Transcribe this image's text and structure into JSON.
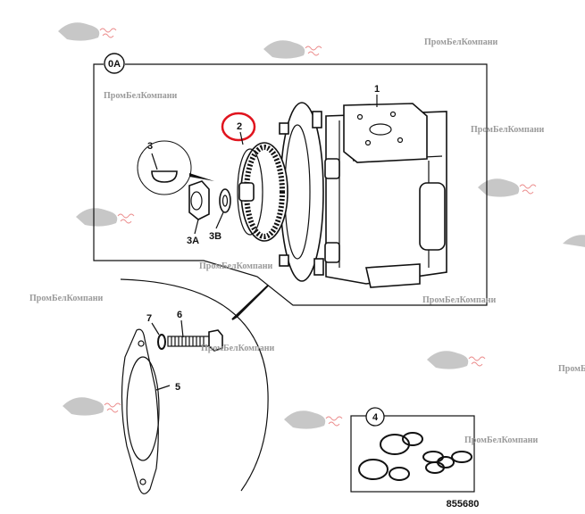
{
  "diagram": {
    "callouts": {
      "view_0a": "0A",
      "part_1": "1",
      "part_2": "2",
      "part_3": "3",
      "part_3a": "3A",
      "part_3b": "3B",
      "part_4": "4",
      "part_5": "5",
      "part_6": "6",
      "part_7": "7"
    },
    "drawing_number": "855680",
    "highlight_color": "#e0141e",
    "watermark_text": "ПромБелКомпани"
  }
}
